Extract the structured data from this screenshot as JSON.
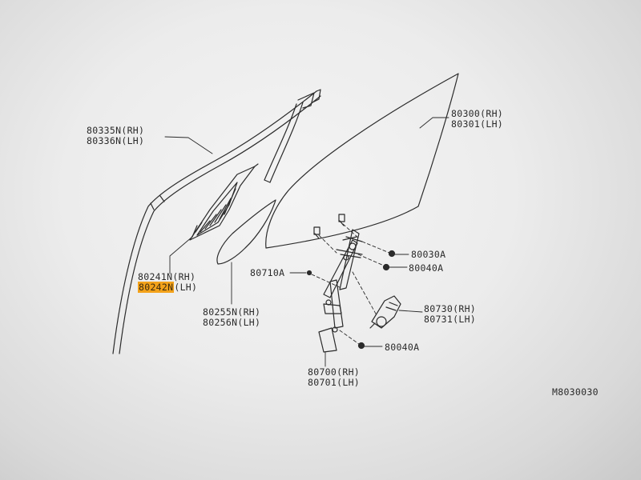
{
  "callouts": {
    "moulding": {
      "rh": "80335N",
      "rh_side": "(RH)",
      "lh": "80336N",
      "lh_side": "(LH)"
    },
    "glass": {
      "rh": "80300",
      "rh_side": "(RH)",
      "lh": "80301",
      "lh_side": "(LH)"
    },
    "partition": {
      "rh": "80241N",
      "rh_side": "(RH)",
      "lh": "80242N",
      "lh_side": "(LH)"
    },
    "corner_glass": {
      "rh": "80255N",
      "rh_side": "(RH)",
      "lh": "80256N",
      "lh_side": "(LH)"
    },
    "bolt_upper": "80030A",
    "bolt_mid": "80040A",
    "bolt_lower": "80040A",
    "screw": "80710A",
    "motor": {
      "rh": "80730",
      "rh_side": "(RH)",
      "lh": "80731",
      "lh_side": "(LH)"
    },
    "regulator": {
      "rh": "80700",
      "rh_side": "(RH)",
      "lh": "80701",
      "lh_side": "(LH)"
    }
  },
  "figure_code": "M8030030",
  "highlight_color": "#f3a21a"
}
